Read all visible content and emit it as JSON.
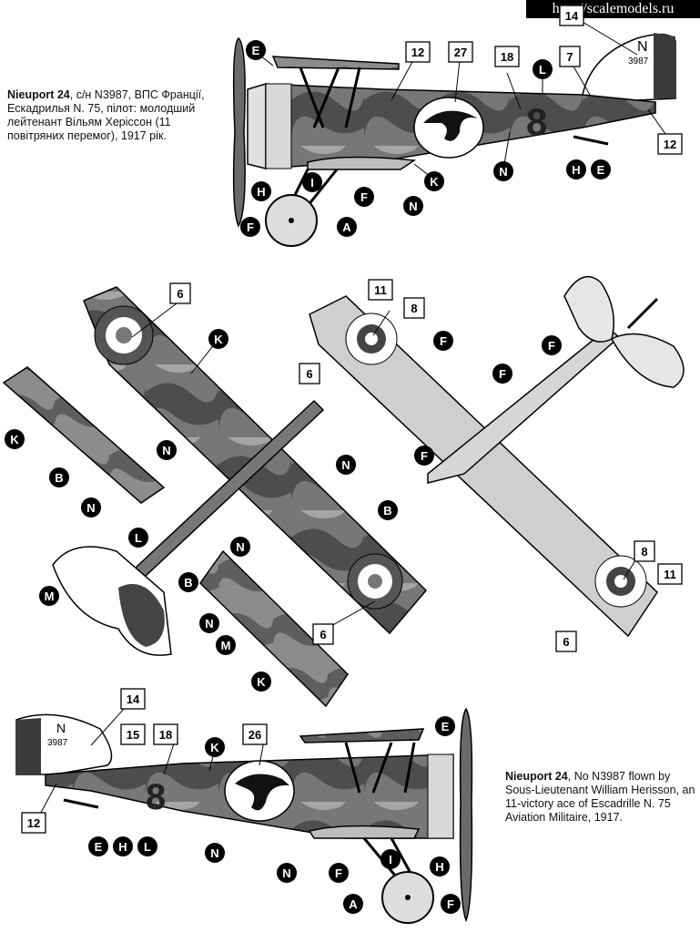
{
  "watermark": "http://scalemodels.ru",
  "caption_ua": {
    "title": "Nieuport 24",
    "rest": ", с/н N3987, ВПС Франції, Ескадрилья N. 75, пілот: молодший лейтенант Вільям Херіссон (11 повітряних перемог), 1917 рік."
  },
  "caption_en": {
    "title": "Nieuport 24",
    "rest": ", No N3987 flown by Sous-Lieutenant  William Herisson, an 11-victory ace of Escadrille N. 75 Aviation Militaire, 1917."
  },
  "fin_letter": "N",
  "serial": "3987",
  "fuselage_number": "8",
  "circle_callouts": [
    {
      "id": "top-E",
      "letter": "E"
    },
    {
      "id": "top-L",
      "letter": "L"
    },
    {
      "id": "top-N1",
      "letter": "N"
    },
    {
      "id": "top-K",
      "letter": "K"
    },
    {
      "id": "top-H",
      "letter": "H"
    },
    {
      "id": "top-I",
      "letter": "I"
    },
    {
      "id": "top-F1",
      "letter": "F"
    },
    {
      "id": "top-F2",
      "letter": "F"
    },
    {
      "id": "top-A",
      "letter": "A"
    },
    {
      "id": "top-N2",
      "letter": "N"
    },
    {
      "id": "top-H2",
      "letter": "H"
    },
    {
      "id": "top-E2",
      "letter": "E"
    },
    {
      "id": "upper-K1",
      "letter": "K"
    },
    {
      "id": "upper-K2",
      "letter": "K"
    },
    {
      "id": "upper-B1",
      "letter": "B"
    },
    {
      "id": "upper-N1",
      "letter": "N"
    },
    {
      "id": "upper-N2",
      "letter": "N"
    },
    {
      "id": "upper-N3",
      "letter": "N"
    },
    {
      "id": "upper-B2",
      "letter": "B"
    },
    {
      "id": "upper-L",
      "letter": "L"
    },
    {
      "id": "upper-N4",
      "letter": "N"
    },
    {
      "id": "upper-M1",
      "letter": "M"
    },
    {
      "id": "upper-B3",
      "letter": "B"
    },
    {
      "id": "upper-N5",
      "letter": "N"
    },
    {
      "id": "upper-M2",
      "letter": "M"
    },
    {
      "id": "upper-K3",
      "letter": "K"
    },
    {
      "id": "lower-F1",
      "letter": "F"
    },
    {
      "id": "lower-F2",
      "letter": "F"
    },
    {
      "id": "lower-F3",
      "letter": "F"
    },
    {
      "id": "lower-F4",
      "letter": "F"
    },
    {
      "id": "bot-K",
      "letter": "K"
    },
    {
      "id": "bot-E1",
      "letter": "E"
    },
    {
      "id": "bot-E2",
      "letter": "E"
    },
    {
      "id": "bot-H1",
      "letter": "H"
    },
    {
      "id": "bot-L",
      "letter": "L"
    },
    {
      "id": "bot-N1",
      "letter": "N"
    },
    {
      "id": "bot-N2",
      "letter": "N"
    },
    {
      "id": "bot-F1",
      "letter": "F"
    },
    {
      "id": "bot-I",
      "letter": "I"
    },
    {
      "id": "bot-H2",
      "letter": "H"
    },
    {
      "id": "bot-A",
      "letter": "A"
    },
    {
      "id": "bot-F2",
      "letter": "F"
    }
  ],
  "box_callouts": [
    {
      "id": "top-14",
      "label": "14"
    },
    {
      "id": "top-12a",
      "label": "12"
    },
    {
      "id": "top-27",
      "label": "27"
    },
    {
      "id": "top-18",
      "label": "18"
    },
    {
      "id": "top-7",
      "label": "7"
    },
    {
      "id": "top-12b",
      "label": "12"
    },
    {
      "id": "upper-6a",
      "label": "6"
    },
    {
      "id": "upper-6b",
      "label": "6"
    },
    {
      "id": "lower-11a",
      "label": "11"
    },
    {
      "id": "lower-8a",
      "label": "8"
    },
    {
      "id": "lower-6a",
      "label": "6"
    },
    {
      "id": "lower-8b",
      "label": "8"
    },
    {
      "id": "lower-11b",
      "label": "11"
    },
    {
      "id": "lower-6b",
      "label": "6"
    },
    {
      "id": "bot-14",
      "label": "14"
    },
    {
      "id": "bot-15",
      "label": "15"
    },
    {
      "id": "bot-18",
      "label": "18"
    },
    {
      "id": "bot-26",
      "label": "26"
    },
    {
      "id": "bot-12",
      "label": "12"
    }
  ]
}
